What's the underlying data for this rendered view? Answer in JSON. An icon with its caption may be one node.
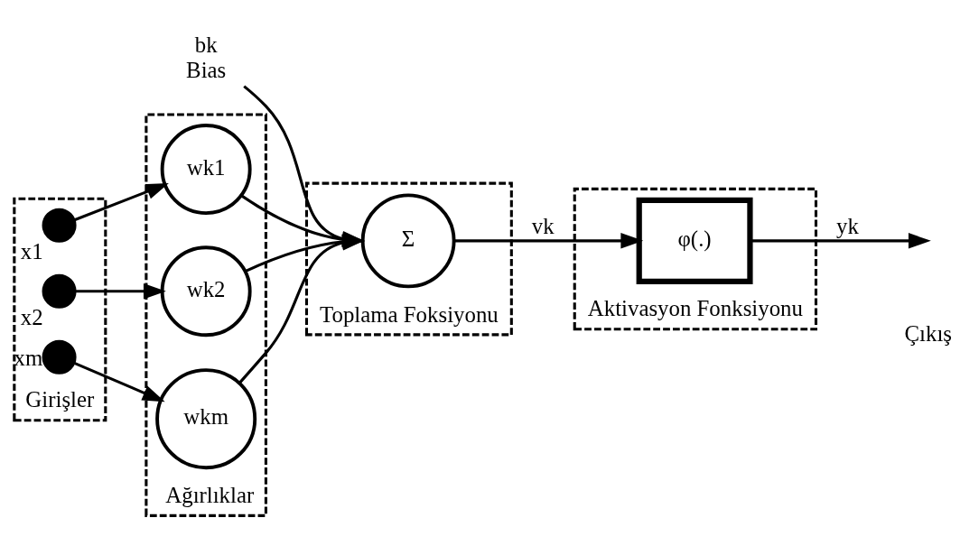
{
  "diagram": {
    "nodes": [
      {
        "text": [
          "Girişler"
        ]
      },
      {
        "text": [],
        "shape": "circle",
        "in": 0,
        "beside": [
          "x1"
        ]
      },
      {
        "text": [],
        "shape": "circle",
        "in": 0,
        "beside": [
          "x2"
        ]
      },
      {
        "text": [],
        "shape": "circle",
        "in": 0,
        "beside": [
          "xm"
        ]
      },
      {
        "text": [
          "Ağırlıklar"
        ]
      },
      {
        "text": [
          "wk1"
        ],
        "in": 4
      },
      {
        "text": [
          "wk2"
        ],
        "in": 4
      },
      {
        "text": [
          "wkm"
        ],
        "in": 4
      },
      {
        "text": [
          "Toplama Foksiyonu"
        ]
      },
      {
        "text": [
          "Σ"
        ],
        "in": 8
      },
      {
        "text": [
          "Aktivasyon Fonksiyonu"
        ]
      },
      {
        "text": [
          "φ(.)"
        ],
        "in": 10
      },
      {
        "text": [
          "bk",
          "Bias"
        ]
      }
    ],
    "edges": [
      {
        "from": 1,
        "to": 5,
        "arrow": "to"
      },
      {
        "from": 2,
        "to": 6,
        "arrow": "to"
      },
      {
        "from": 3,
        "to": 7,
        "arrow": "to"
      },
      {
        "from": 5,
        "to": 9,
        "arrow": "to"
      },
      {
        "from": 6,
        "to": 9,
        "arrow": "to"
      },
      {
        "from": 7,
        "to": 9,
        "arrow": "to"
      },
      {
        "from": 12,
        "to": 9,
        "arrow": "to"
      },
      {
        "from": 9,
        "to": 11,
        "arrow": "to",
        "label": "vk"
      },
      {
        "from": 11,
        "to": null,
        "arrow": "to",
        "label": "yk"
      }
    ],
    "labels": [
      "Çıkış"
    ]
  }
}
